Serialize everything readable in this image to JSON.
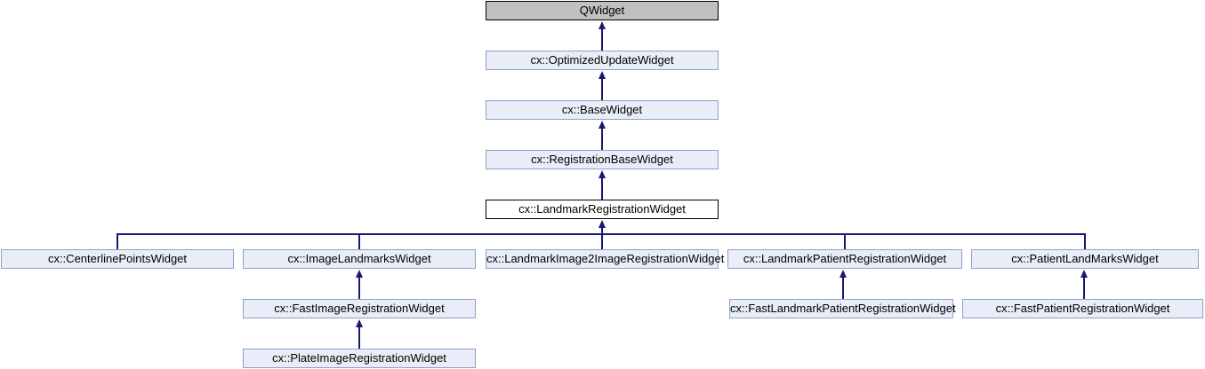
{
  "colors": {
    "background": "#ffffff",
    "text": "#000000",
    "edge": "#191970",
    "node-fill": "#e8edf7",
    "node-border": "#8ea0c9",
    "root-fill": "#c0c0c0",
    "root-border": "#000000",
    "focus-fill": "#ffffff",
    "focus-border": "#000000"
  },
  "nodes": {
    "qwidget": "QWidget",
    "optimized_update": "cx::OptimizedUpdateWidget",
    "base": "cx::BaseWidget",
    "registration_base": "cx::RegistrationBaseWidget",
    "landmark_registration": "cx::LandmarkRegistrationWidget",
    "centerline_points": "cx::CenterlinePointsWidget",
    "image_landmarks": "cx::ImageLandmarksWidget",
    "landmark_image2image": "cx::LandmarkImage2ImageRegistrationWidget",
    "landmark_patient": "cx::LandmarkPatientRegistrationWidget",
    "patient_landmarks": "cx::PatientLandMarksWidget",
    "fast_image": "cx::FastImageRegistrationWidget",
    "fast_landmark_patient": "cx::FastLandmarkPatientRegistrationWidget",
    "fast_patient": "cx::FastPatientRegistrationWidget",
    "plate_image": "cx::PlateImageRegistrationWidget"
  },
  "relationships": [
    {
      "derived": "cx::OptimizedUpdateWidget",
      "base": "QWidget"
    },
    {
      "derived": "cx::BaseWidget",
      "base": "cx::OptimizedUpdateWidget"
    },
    {
      "derived": "cx::RegistrationBaseWidget",
      "base": "cx::BaseWidget"
    },
    {
      "derived": "cx::LandmarkRegistrationWidget",
      "base": "cx::RegistrationBaseWidget"
    },
    {
      "derived": "cx::CenterlinePointsWidget",
      "base": "cx::LandmarkRegistrationWidget"
    },
    {
      "derived": "cx::ImageLandmarksWidget",
      "base": "cx::LandmarkRegistrationWidget"
    },
    {
      "derived": "cx::LandmarkImage2ImageRegistrationWidget",
      "base": "cx::LandmarkRegistrationWidget"
    },
    {
      "derived": "cx::LandmarkPatientRegistrationWidget",
      "base": "cx::LandmarkRegistrationWidget"
    },
    {
      "derived": "cx::PatientLandMarksWidget",
      "base": "cx::LandmarkRegistrationWidget"
    },
    {
      "derived": "cx::FastImageRegistrationWidget",
      "base": "cx::ImageLandmarksWidget"
    },
    {
      "derived": "cx::PlateImageRegistrationWidget",
      "base": "cx::FastImageRegistrationWidget"
    },
    {
      "derived": "cx::FastLandmarkPatientRegistrationWidget",
      "base": "cx::LandmarkPatientRegistrationWidget"
    },
    {
      "derived": "cx::FastPatientRegistrationWidget",
      "base": "cx::PatientLandMarksWidget"
    }
  ]
}
